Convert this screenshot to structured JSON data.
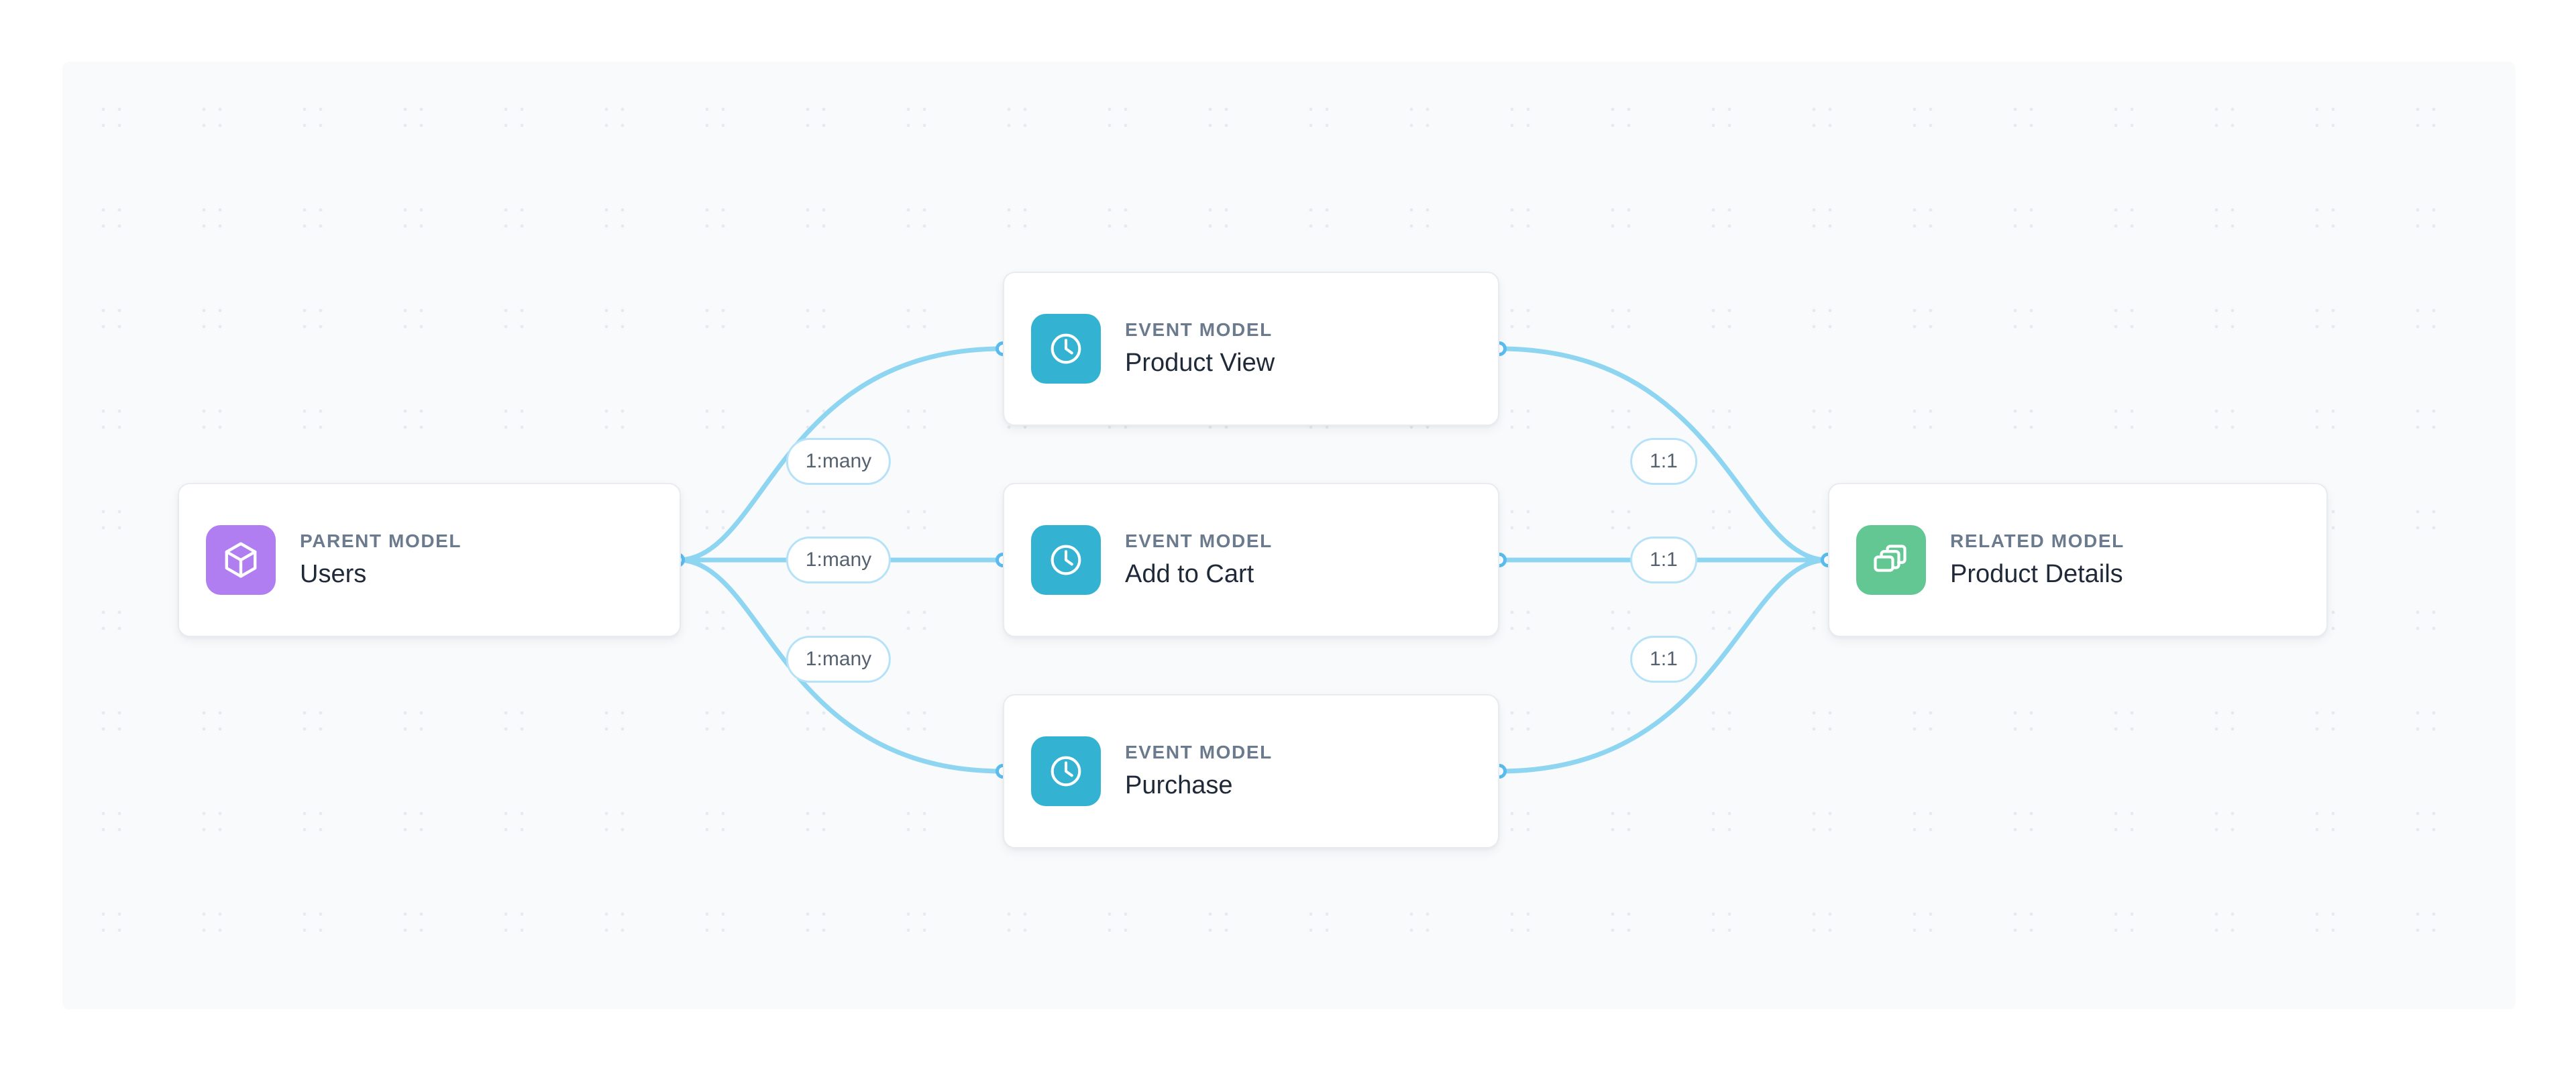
{
  "canvas": {
    "background_color": "#f8fafc",
    "page_background_color": "#ffffff",
    "grid": "dot-cluster"
  },
  "theme": {
    "edge_color": "#8ed5f2",
    "port_ring_color": "#5bbdf0",
    "badge_border_color": "#b6e2f7",
    "badge_text_color": "#55616e",
    "card_border_color": "#e8ebef",
    "kind_label_color": "#6b7b8d",
    "title_color": "#1f2937",
    "parent_icon_color": "#b07ef0",
    "event_icon_color": "#33b3d1",
    "related_icon_color": "#63c794"
  },
  "nodes": {
    "parent": {
      "kind": "PARENT MODEL",
      "title": "Users",
      "icon": "cube-icon"
    },
    "events": [
      {
        "kind": "EVENT MODEL",
        "title": "Product View",
        "icon": "clock-icon"
      },
      {
        "kind": "EVENT MODEL",
        "title": "Add to Cart",
        "icon": "clock-icon"
      },
      {
        "kind": "EVENT MODEL",
        "title": "Purchase",
        "icon": "clock-icon"
      }
    ],
    "related": {
      "kind": "RELATED MODEL",
      "title": "Product Details",
      "icon": "layers-icon"
    }
  },
  "edges": {
    "left_labels": [
      "1:many",
      "1:many",
      "1:many"
    ],
    "right_labels": [
      "1:1",
      "1:1",
      "1:1"
    ]
  }
}
